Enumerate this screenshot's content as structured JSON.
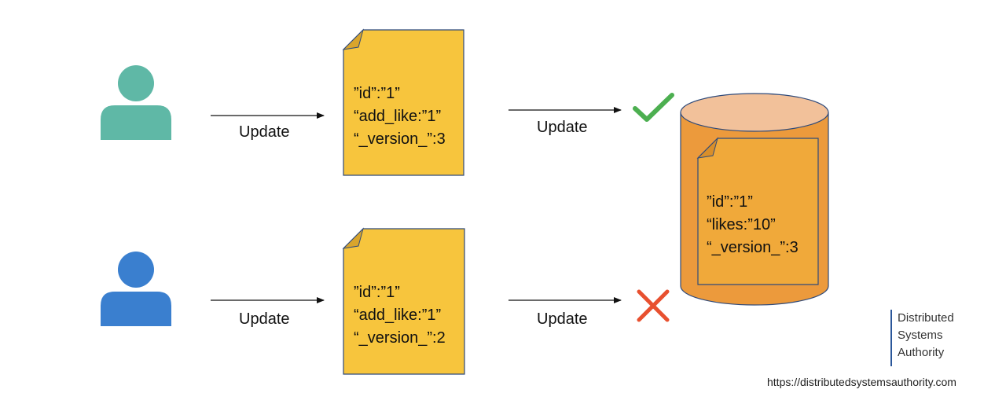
{
  "colors": {
    "user_top": "#5fb8a6",
    "user_bottom": "#3a7fcf",
    "document_fill": "#f7c53d",
    "document_stroke": "#2f4a7a",
    "db_body": "#ec9a3c",
    "db_top": "#f2c19a",
    "db_doc_fill": "#f0a93a",
    "success": "#4caf50",
    "failure": "#e8502f",
    "brand_bar": "#2b579a"
  },
  "icons": {
    "user_top": "user-icon",
    "user_bottom": "user-icon",
    "accept": "checkmark-icon",
    "reject": "cross-icon",
    "store": "database-icon"
  },
  "flow_top": {
    "arrow_label_1": "Update",
    "arrow_label_2": "Update",
    "document": [
      "”id”:”1”",
      "“add_like:”1”",
      "“_version_”:3"
    ]
  },
  "flow_bottom": {
    "arrow_label_1": "Update",
    "arrow_label_2": "Update",
    "document": [
      "”id”:”1”",
      "“add_like:”1”",
      "“_version_”:2"
    ]
  },
  "database": {
    "document": [
      "”id”:”1”",
      "“likes:”10”",
      "“_version_”:3"
    ]
  },
  "brand": {
    "line1": "Distributed",
    "line2": "Systems",
    "line3": "Authority"
  },
  "url": "https://distributedsystemsauthority.com"
}
